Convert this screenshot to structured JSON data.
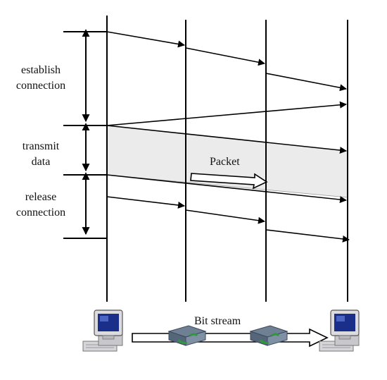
{
  "labels": {
    "phase_establish_line1": "establish",
    "phase_establish_line2": "connection",
    "phase_transmit_line1": "transmit",
    "phase_transmit_line2": "data",
    "phase_release_line1": "release",
    "phase_release_line2": "connection",
    "packet": "Packet",
    "bit_stream": "Bit stream"
  },
  "colors": {
    "line": "#000000",
    "band": "#ebebeb",
    "band_border": "#a0a0a0",
    "computer_body": "#dcdce0",
    "screen": "#1a2f8a",
    "router": "#6f7f94"
  },
  "icons": [
    "computer-icon",
    "router-icon",
    "router-icon",
    "computer-icon"
  ]
}
